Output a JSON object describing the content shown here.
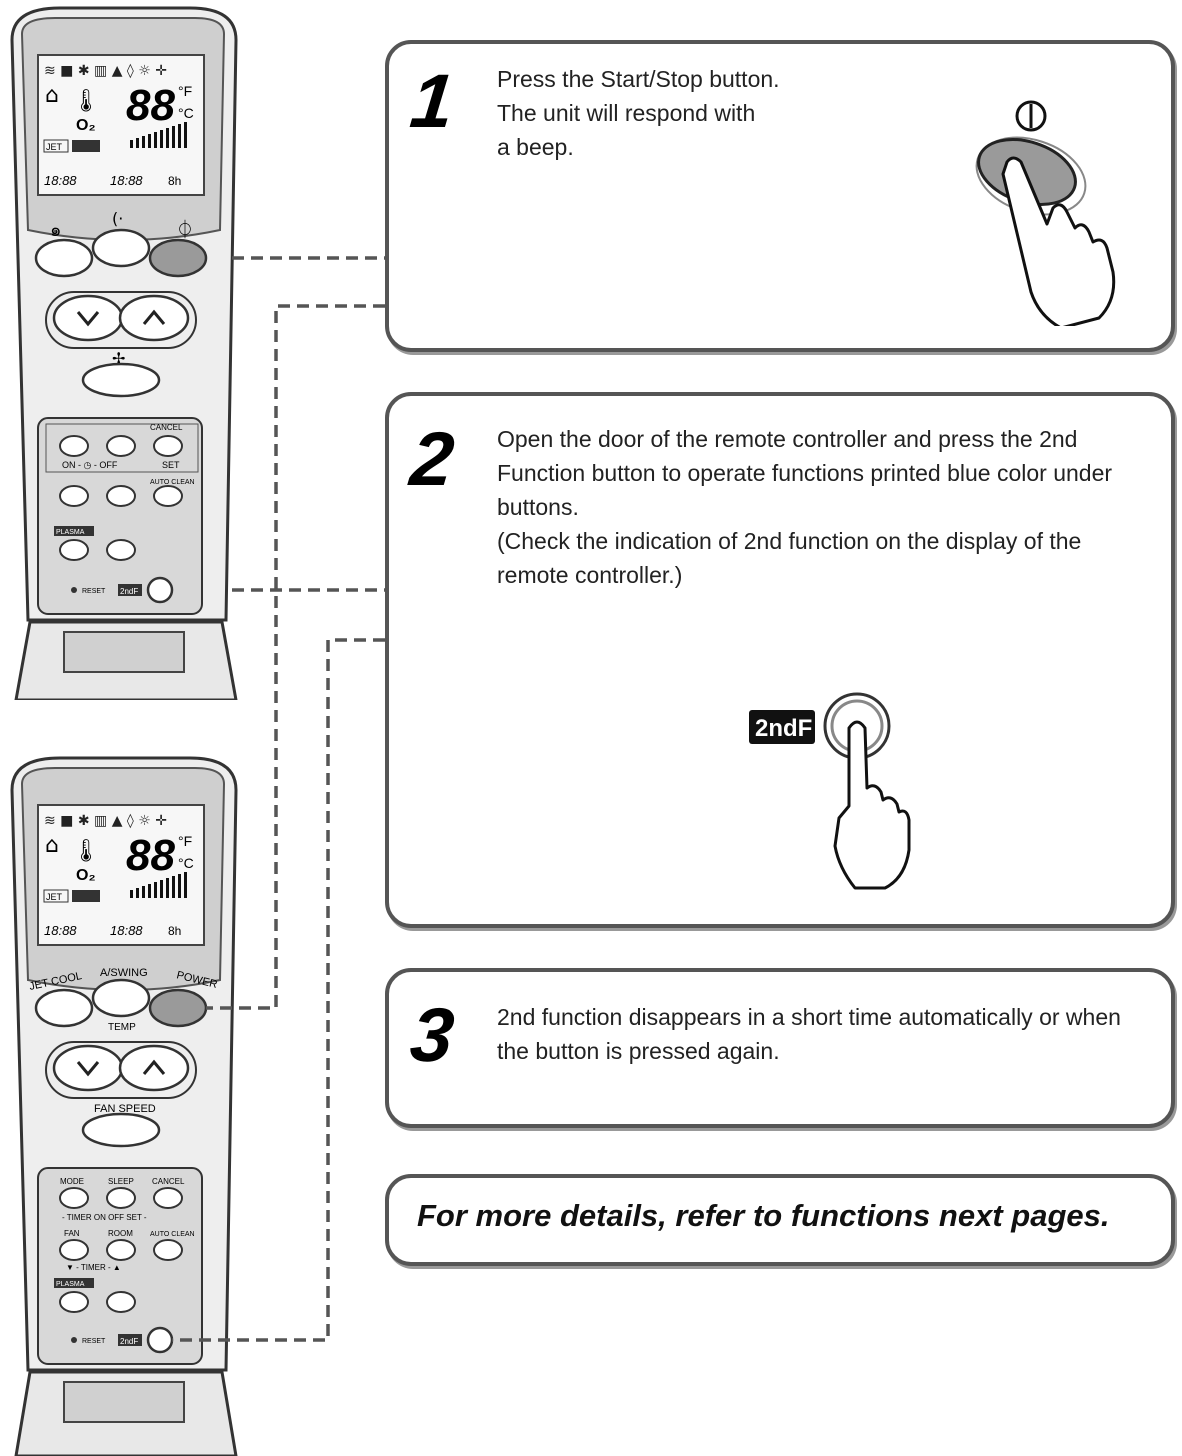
{
  "steps": [
    {
      "number": "1",
      "lines": [
        "Press the Start/Stop button.",
        "The unit will respond with",
        "a beep."
      ]
    },
    {
      "number": "2",
      "lines": [
        "Open the door of the remote controller and press the 2nd",
        "Function button to operate functions printed blue color under",
        "buttons.",
        "(Check the indication of 2nd function on the display of the",
        "remote controller.)"
      ]
    },
    {
      "number": "3",
      "lines": [
        "2nd function disappears in a short time automatically or when",
        "the button is pressed again."
      ]
    }
  ],
  "note": "For more details, refer to functions next pages.",
  "illustration": {
    "second_f_badge": "2ndF",
    "power_symbol_icon": "power-symbol-icon"
  },
  "remote_top": {
    "display": {
      "temp": "88",
      "unit_f": "°F",
      "unit_c": "°C",
      "jet": "JET",
      "timer_left": "18:88",
      "timer_right": "18:88",
      "hours": "8h"
    },
    "labels": {
      "on_off": "ON - ◷ - OFF",
      "cancel": "CANCEL",
      "set": "SET",
      "auto_clean": "AUTO CLEAN",
      "plasma": "PLASMA",
      "reset": "RESET",
      "second_f": "2ndF"
    }
  },
  "remote_bottom": {
    "display": {
      "temp": "88",
      "unit_f": "°F",
      "unit_c": "°C",
      "jet": "JET",
      "timer_left": "18:88",
      "timer_right": "18:88",
      "hours": "8h"
    },
    "labels": {
      "jet_cool": "JET COOL",
      "a_swing": "A/SWING",
      "power": "POWER",
      "temp": "TEMP",
      "fan_speed": "FAN SPEED",
      "mode": "MODE",
      "sleep": "SLEEP",
      "cancel": "CANCEL",
      "timer_on_off_set": "- TIMER ON OFF SET -",
      "fan": "FAN",
      "room": "ROOM",
      "auto_clean": "AUTO CLEAN",
      "timer_arrows": "▼ - TIMER - ▲",
      "plasma": "PLASMA",
      "reset": "RESET",
      "second_f": "2ndF"
    }
  },
  "colors": {
    "frame": "#555555",
    "remote_body": "#eeeeee",
    "display": "#d4d4d4",
    "highlight": "#9a9a9a"
  }
}
